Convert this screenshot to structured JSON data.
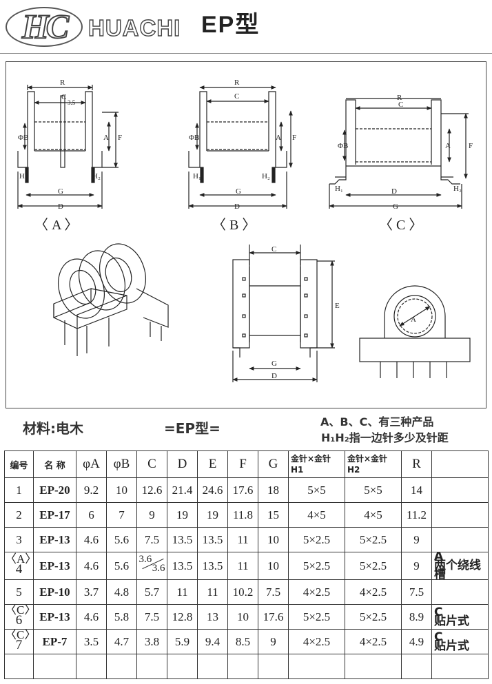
{
  "header": {
    "logo_text": "HC",
    "brand": "HUACHI",
    "model_title": "EP型"
  },
  "drawings": {
    "view_a_caption": "〈 A 〉",
    "view_b_caption": "〈 B 〉",
    "view_c_caption": "〈 C 〉",
    "dim_labels": {
      "R": "R",
      "C": "C",
      "gap": "3.5",
      "phiB": "ΦB",
      "A": "A",
      "F": "F",
      "H1": "H₁",
      "H2": "H₂",
      "G": "G",
      "D": "D",
      "E": "E"
    }
  },
  "notes": {
    "material": "材料:电木",
    "type": "=EP型=",
    "line1": "A、B、C、有三种产品",
    "line2": "H₁H₂指一边针多少及针距"
  },
  "table": {
    "headers": {
      "no": "编号",
      "name": "名  称",
      "phiA": "φA",
      "phiB": "φB",
      "c": "C",
      "d": "D",
      "e": "E",
      "f": "F",
      "g": "G",
      "h1_line1": "金针×金针",
      "h1_line2": "H1",
      "h2_line1": "金针×金针",
      "h2_line2": "H2",
      "r": "R"
    },
    "rows": [
      {
        "variant": "",
        "no": "1",
        "name": "EP-20",
        "phiA": "9.2",
        "phiB": "10",
        "c": "12.6",
        "c_alt": "",
        "d": "21.4",
        "e": "24.6",
        "f": "17.6",
        "g": "18",
        "h1": "5×5",
        "h2": "5×5",
        "r": "14",
        "remark_1": "",
        "remark_2": ""
      },
      {
        "variant": "",
        "no": "2",
        "name": "EP-17",
        "phiA": "6",
        "phiB": "7",
        "c": "9",
        "c_alt": "",
        "d": "19",
        "e": "19",
        "f": "11.8",
        "g": "15",
        "h1": "4×5",
        "h2": "4×5",
        "r": "11.2",
        "remark_1": "",
        "remark_2": ""
      },
      {
        "variant": "",
        "no": "3",
        "name": "EP-13",
        "phiA": "4.6",
        "phiB": "5.6",
        "c": "7.5",
        "c_alt": "",
        "d": "13.5",
        "e": "13.5",
        "f": "11",
        "g": "10",
        "h1": "5×2.5",
        "h2": "5×2.5",
        "r": "9",
        "remark_1": "",
        "remark_2": ""
      },
      {
        "variant": "〈A〉",
        "no": "4",
        "name": "EP-13",
        "phiA": "4.6",
        "phiB": "5.6",
        "c": "3.6",
        "c_alt": "3.6",
        "d": "13.5",
        "e": "13.5",
        "f": "11",
        "g": "10",
        "h1": "5×2.5",
        "h2": "5×2.5",
        "r": "9",
        "remark_1": "A",
        "remark_2": "两个绕线槽"
      },
      {
        "variant": "",
        "no": "5",
        "name": "EP-10",
        "phiA": "3.7",
        "phiB": "4.8",
        "c": "5.7",
        "c_alt": "",
        "d": "11",
        "e": "11",
        "f": "10.2",
        "g": "7.5",
        "h1": "4×2.5",
        "h2": "4×2.5",
        "r": "7.5",
        "remark_1": "",
        "remark_2": ""
      },
      {
        "variant": "〈C〉",
        "no": "6",
        "name": "EP-13",
        "phiA": "4.6",
        "phiB": "5.8",
        "c": "7.5",
        "c_alt": "",
        "d": "12.8",
        "e": "13",
        "f": "10",
        "g": "17.6",
        "h1": "5×2.5",
        "h2": "5×2.5",
        "r": "8.9",
        "remark_1": "C",
        "remark_2": "贴片式"
      },
      {
        "variant": "〈C〉",
        "no": "7",
        "name": "EP-7",
        "phiA": "3.5",
        "phiB": "4.7",
        "c": "3.8",
        "c_alt": "",
        "d": "5.9",
        "e": "9.4",
        "f": "8.5",
        "g": "9",
        "h1": "4×2.5",
        "h2": "4×2.5",
        "r": "4.9",
        "remark_1": "C",
        "remark_2": "贴片式"
      }
    ]
  }
}
